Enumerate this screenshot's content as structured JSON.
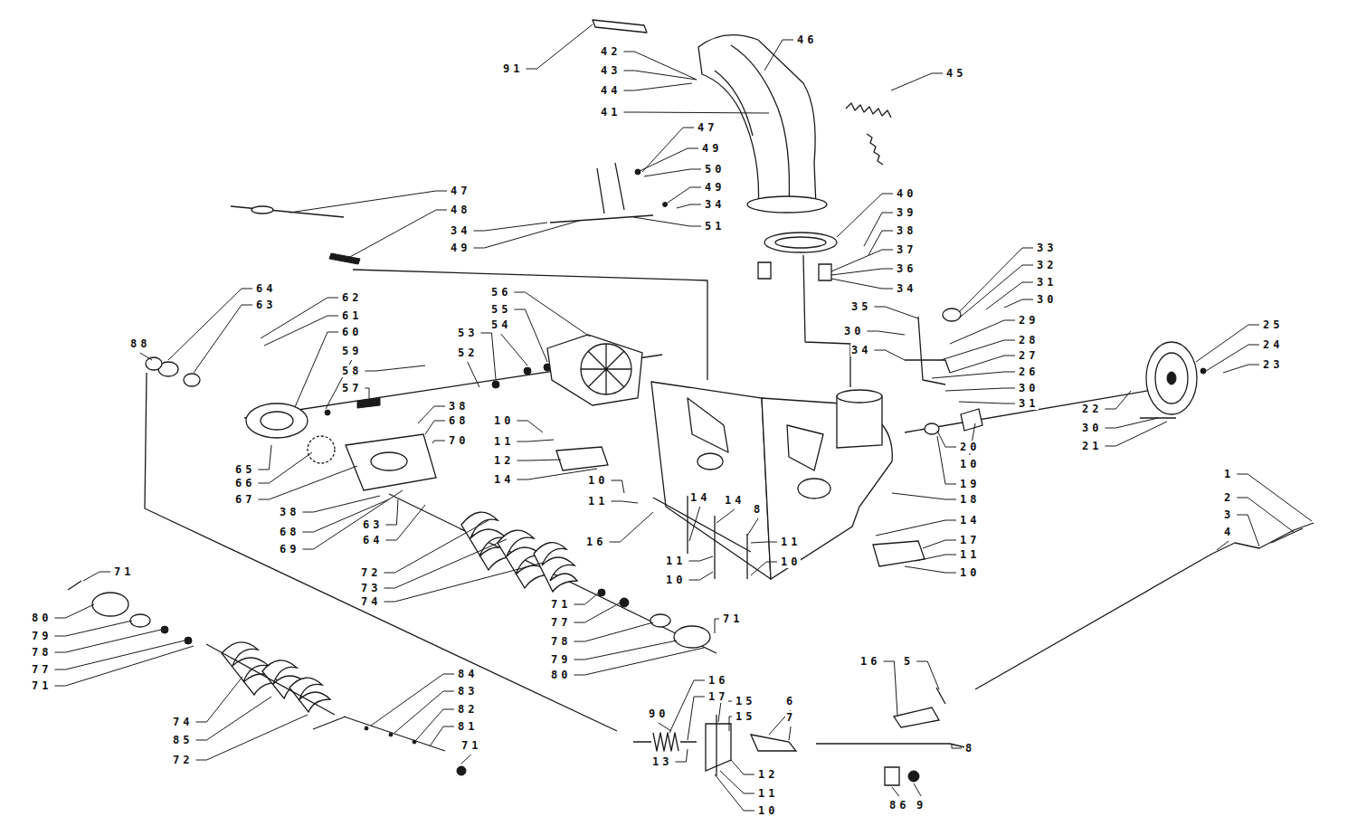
{
  "diagram": {
    "labels": [
      "91",
      "42",
      "43",
      "44",
      "41",
      "46",
      "45",
      "47",
      "49",
      "50",
      "49",
      "34",
      "51",
      "47",
      "48",
      "34",
      "49",
      "40",
      "39",
      "38",
      "37",
      "36",
      "34",
      "33",
      "32",
      "31",
      "30",
      "35",
      "30",
      "29",
      "28",
      "34",
      "27",
      "26",
      "30",
      "31",
      "25",
      "24",
      "23",
      "22",
      "30",
      "21",
      "64",
      "63",
      "62",
      "61",
      "60",
      "59",
      "58",
      "57",
      "56",
      "55",
      "54",
      "53",
      "52",
      "88",
      "38",
      "68",
      "70",
      "10",
      "11",
      "12",
      "14",
      "65",
      "66",
      "67",
      "10",
      "11",
      "16",
      "14",
      "14",
      "8",
      "11",
      "10",
      "11",
      "10",
      "20",
      "10",
      "19",
      "18",
      "14",
      "17",
      "11",
      "10",
      "1",
      "2",
      "3",
      "4",
      "38",
      "68",
      "69",
      "63",
      "64",
      "72",
      "73",
      "74",
      "71",
      "77",
      "78",
      "79",
      "80",
      "71",
      "71",
      "80",
      "79",
      "78",
      "77",
      "71",
      "74",
      "85",
      "72",
      "84",
      "83",
      "82",
      "81",
      "71",
      "16",
      "17",
      "90",
      "13",
      "15",
      "15",
      "6",
      "7",
      "12",
      "11",
      "10",
      "16",
      "5",
      "8",
      "86",
      "9"
    ]
  }
}
